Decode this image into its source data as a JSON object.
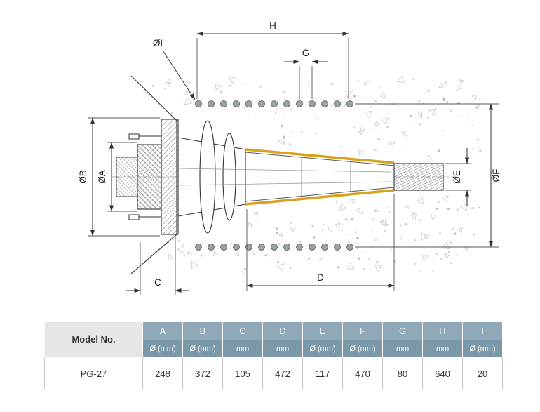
{
  "diagram": {
    "dim_labels": {
      "h": "H",
      "g": "G",
      "i": "ØI",
      "b": "ØB",
      "a": "ØA",
      "e": "ØE",
      "f": "ØF",
      "c": "C",
      "d": "D"
    }
  },
  "table": {
    "model_header": "Model No.",
    "columns": [
      "A",
      "B",
      "C",
      "D",
      "E",
      "F",
      "G",
      "H",
      "I"
    ],
    "units": [
      "Ø (mm)",
      "Ø (mm)",
      "mm",
      "mm",
      "Ø (mm)",
      "Ø (mm)",
      "mm",
      "mm",
      "Ø (mm)"
    ],
    "rows": [
      {
        "model": "PG-27",
        "values": [
          "248",
          "372",
          "105",
          "472",
          "117",
          "470",
          "80",
          "640",
          "20"
        ]
      }
    ]
  },
  "colors": {
    "header_letter_bg": "#8fa9b8",
    "header_unit_bg": "#7b98a8",
    "model_cell_bg": "#e6e6e6",
    "duct_accent": "#d9a11c",
    "line": "#333333"
  }
}
